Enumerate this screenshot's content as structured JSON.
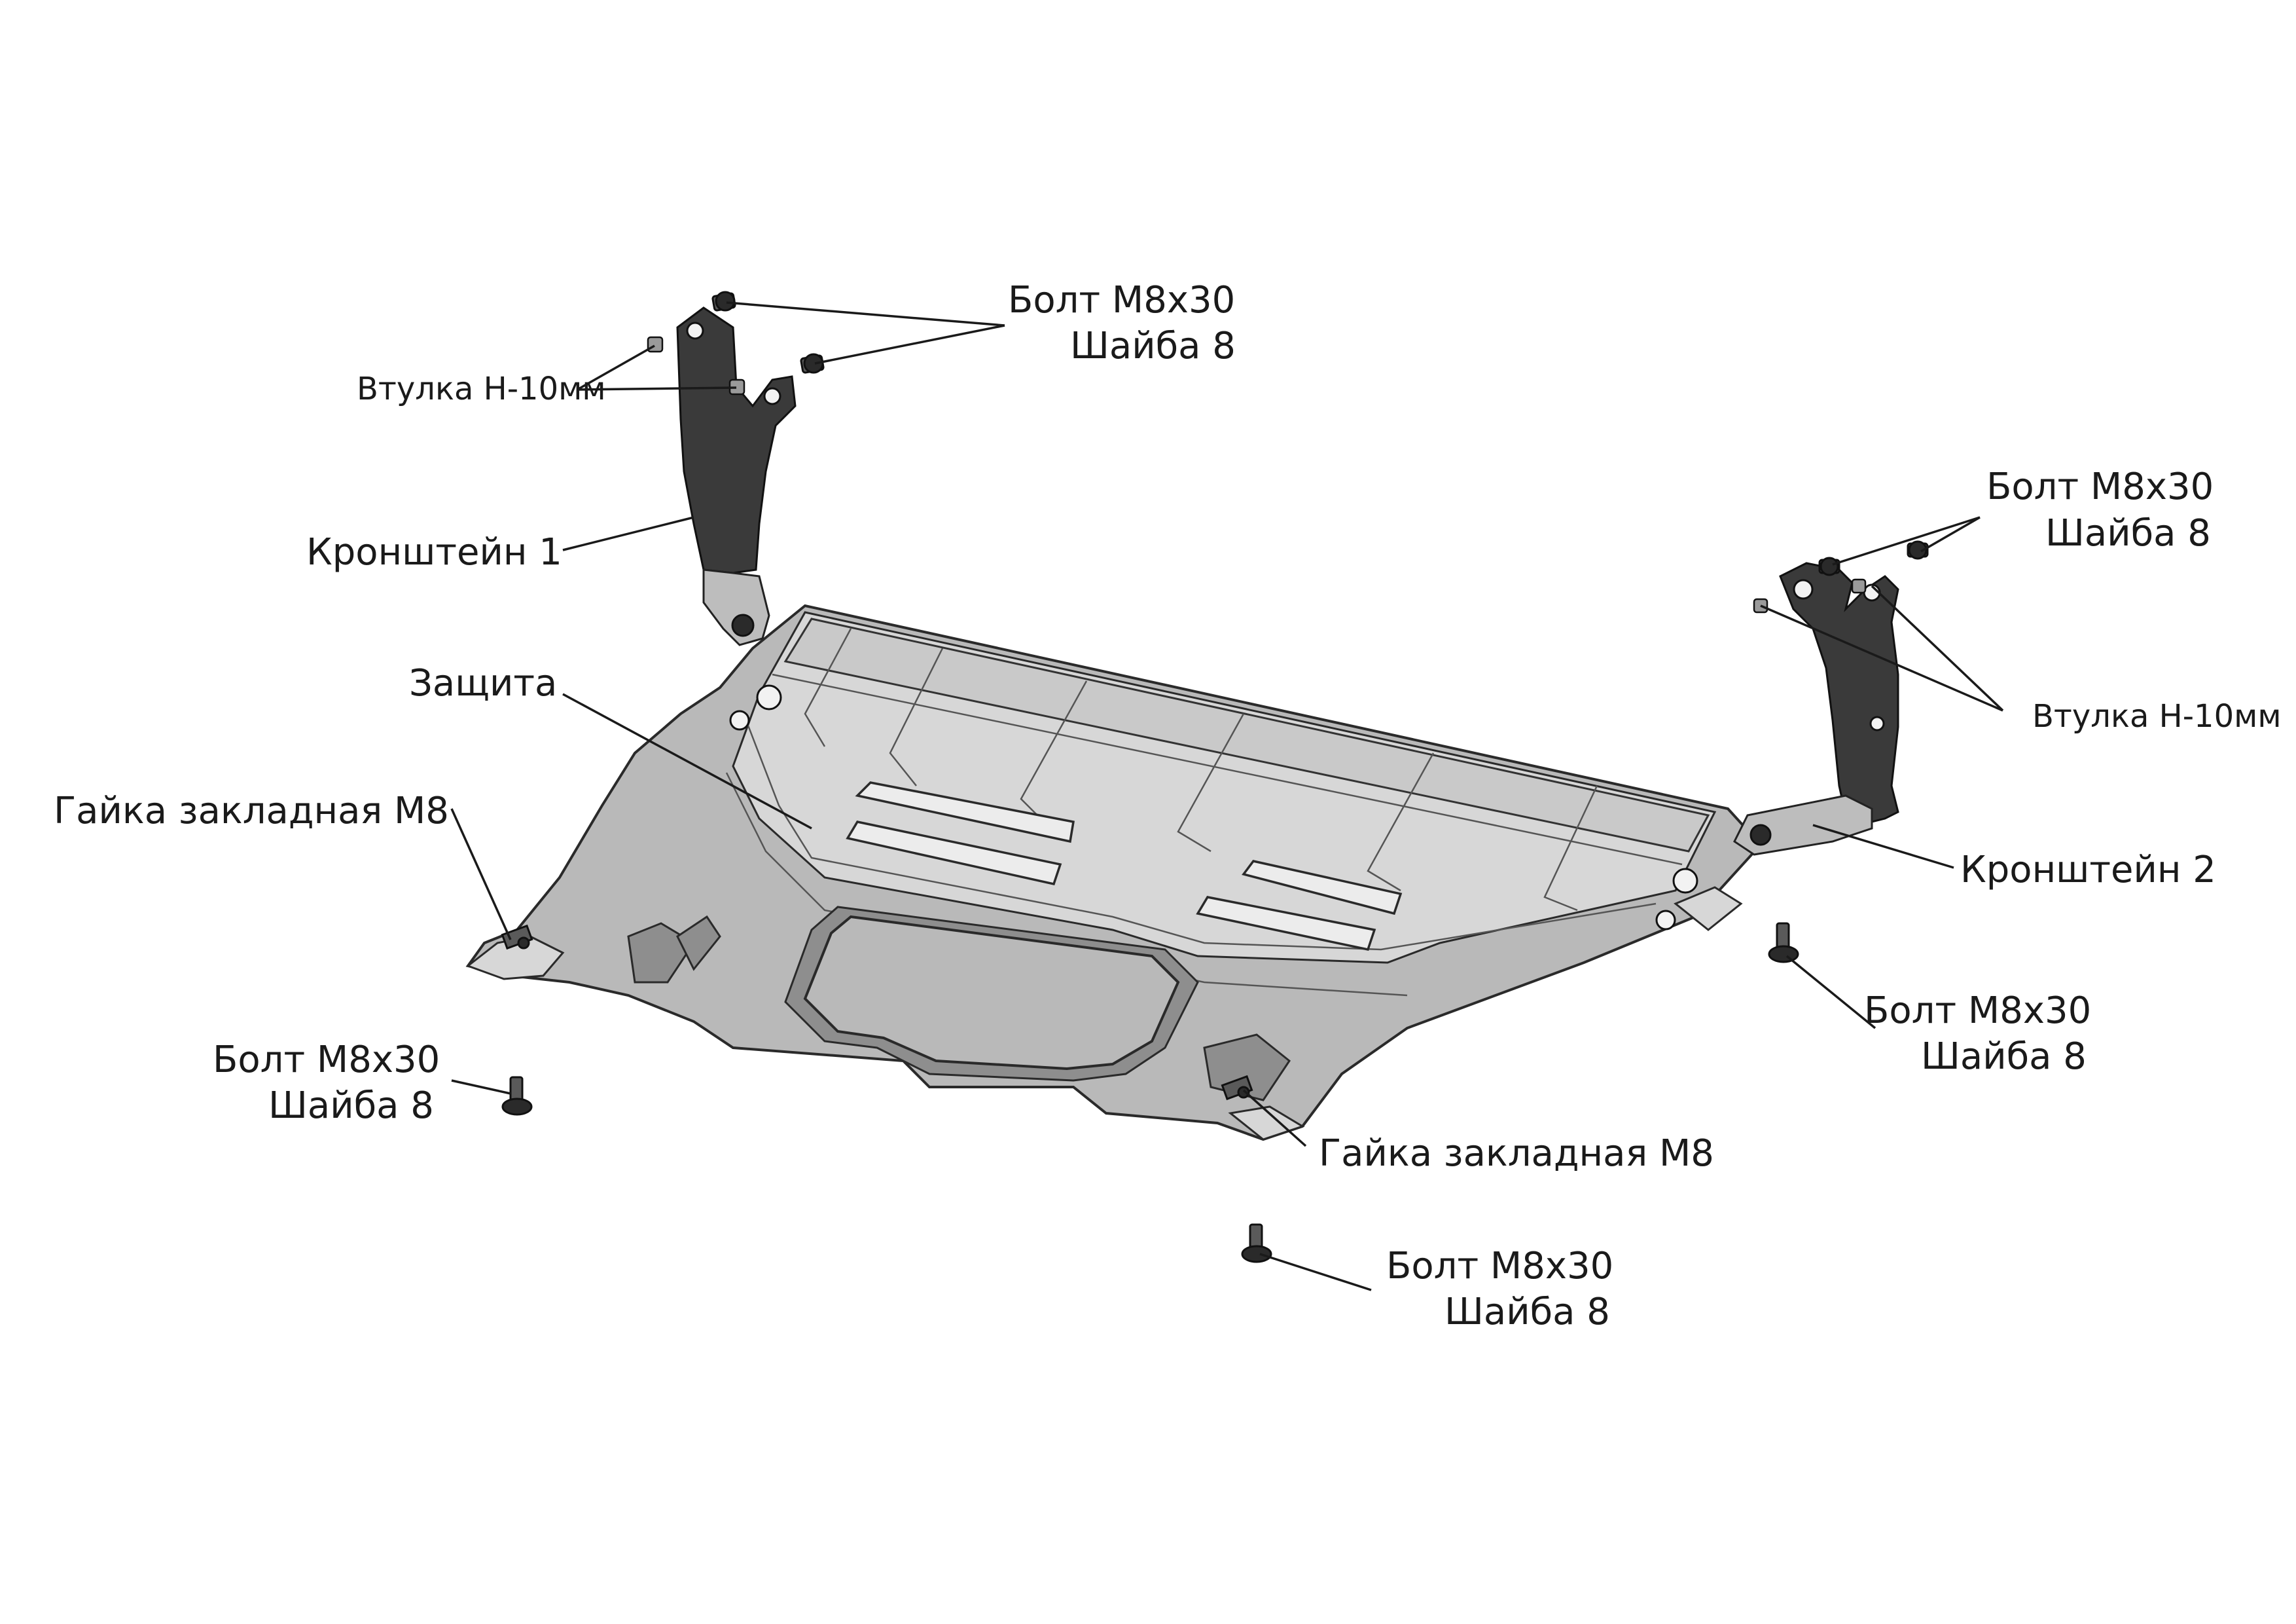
{
  "labels": {
    "bolt_top_left": {
      "line1": "Болт М8х30",
      "line2": "Шайба 8"
    },
    "bushing_left": "Втулка Н-10мм",
    "bracket_1": "Кронштейн 1",
    "protection": "Защита",
    "nut_left": "Гайка закладная М8",
    "bolt_bottom_left": {
      "line1": "Болт М8х30",
      "line2": "Шайба 8"
    },
    "bolt_top_right": {
      "line1": "Болт М8х30",
      "line2": "Шайба 8"
    },
    "bushing_right": "Втулка Н-10мм",
    "bracket_2": "Кронштейн 2",
    "bolt_right": {
      "line1": "Болт М8х30",
      "line2": "Шайба 8"
    },
    "nut_center": "Гайка закладная М8",
    "bolt_bottom_center": {
      "line1": "Болт М8х30",
      "line2": "Шайба 8"
    }
  }
}
